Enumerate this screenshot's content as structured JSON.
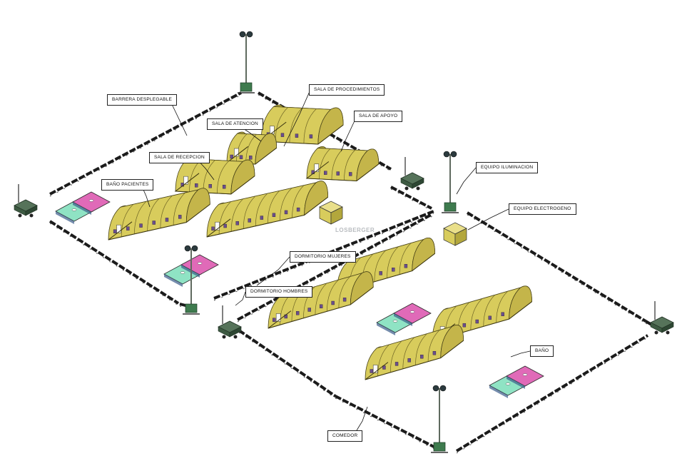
{
  "labels": {
    "barrera": "BARRERA DESPLEGABLE",
    "procedimientos": "SALA DE PROCEDIMIENTOS",
    "apoyo": "SALA DE APOYO",
    "atencion": "SALA DE ATENCION",
    "recepcion": "SALA DE RECEPCION",
    "bano_pacientes": "BAÑO PACIENTES",
    "iluminacion": "EQUIPO ILUMINACION",
    "electrogeno": "EQUIPO ELECTROGENO",
    "dorm_mujeres": "DORMITORIO MUJERES",
    "dorm_hombres": "DORMITORIO HOMBRES",
    "bano": "BAÑO",
    "comedor": "COMEDOR"
  },
  "watermark": "LOSBERGER",
  "colors": {
    "tent": "#d8cc5c",
    "tent_shade": "#b3a73c",
    "tent_base": "#c4b54a",
    "window": "#6a4e8e",
    "bath_teal": "#8fe3c4",
    "bath_pink": "#e06ab8",
    "fence": "#1b1b1b",
    "light_mast": "#5f6a5f",
    "generator": "#9ea96a"
  },
  "icons": [
    "light-tower-icon",
    "generator-icon",
    "portable-generator-icon",
    "fence-barrier-icon"
  ]
}
